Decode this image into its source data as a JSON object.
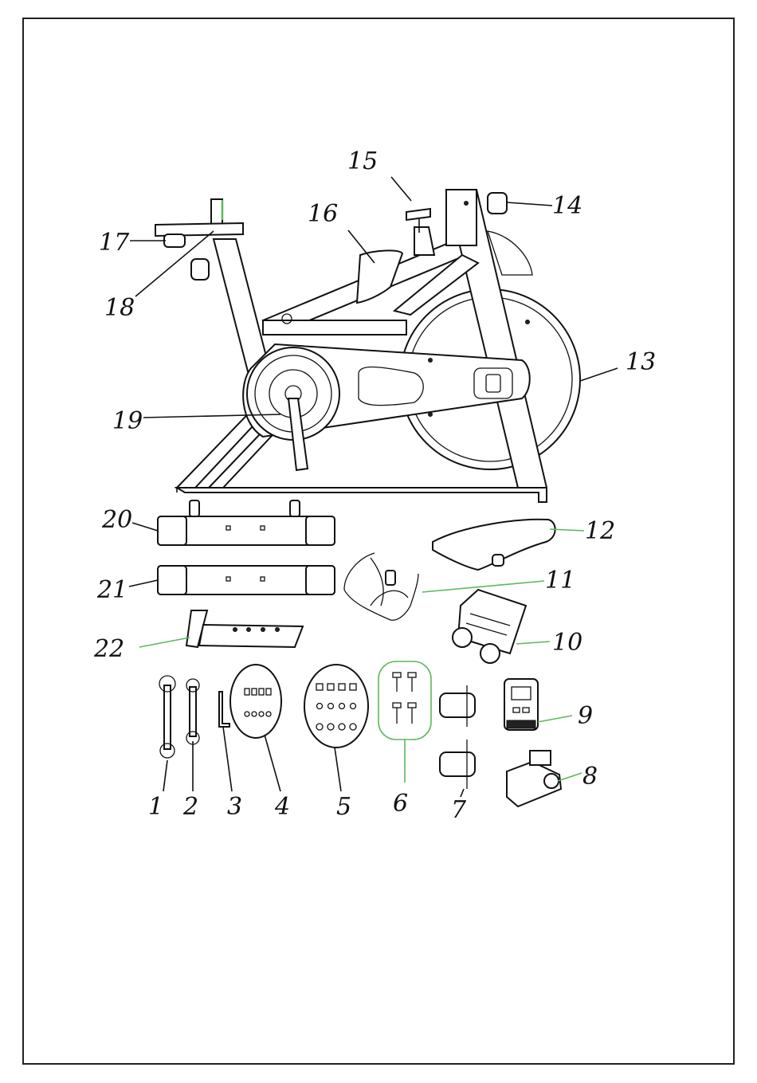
{
  "accent_color": "#5cb85c",
  "line_color": "#111111",
  "labels": {
    "p1": "1",
    "p2": "2",
    "p3": "3",
    "p4": "4",
    "p5": "5",
    "p6": "6",
    "p7": "7",
    "p8": "8",
    "p9": "9",
    "p10": "10",
    "p11": "11",
    "p12": "12",
    "p13": "13",
    "p14": "14",
    "p15": "15",
    "p16": "16",
    "p17": "17",
    "p18": "18",
    "p19": "19",
    "p20": "20",
    "p21": "21",
    "p22": "22"
  }
}
